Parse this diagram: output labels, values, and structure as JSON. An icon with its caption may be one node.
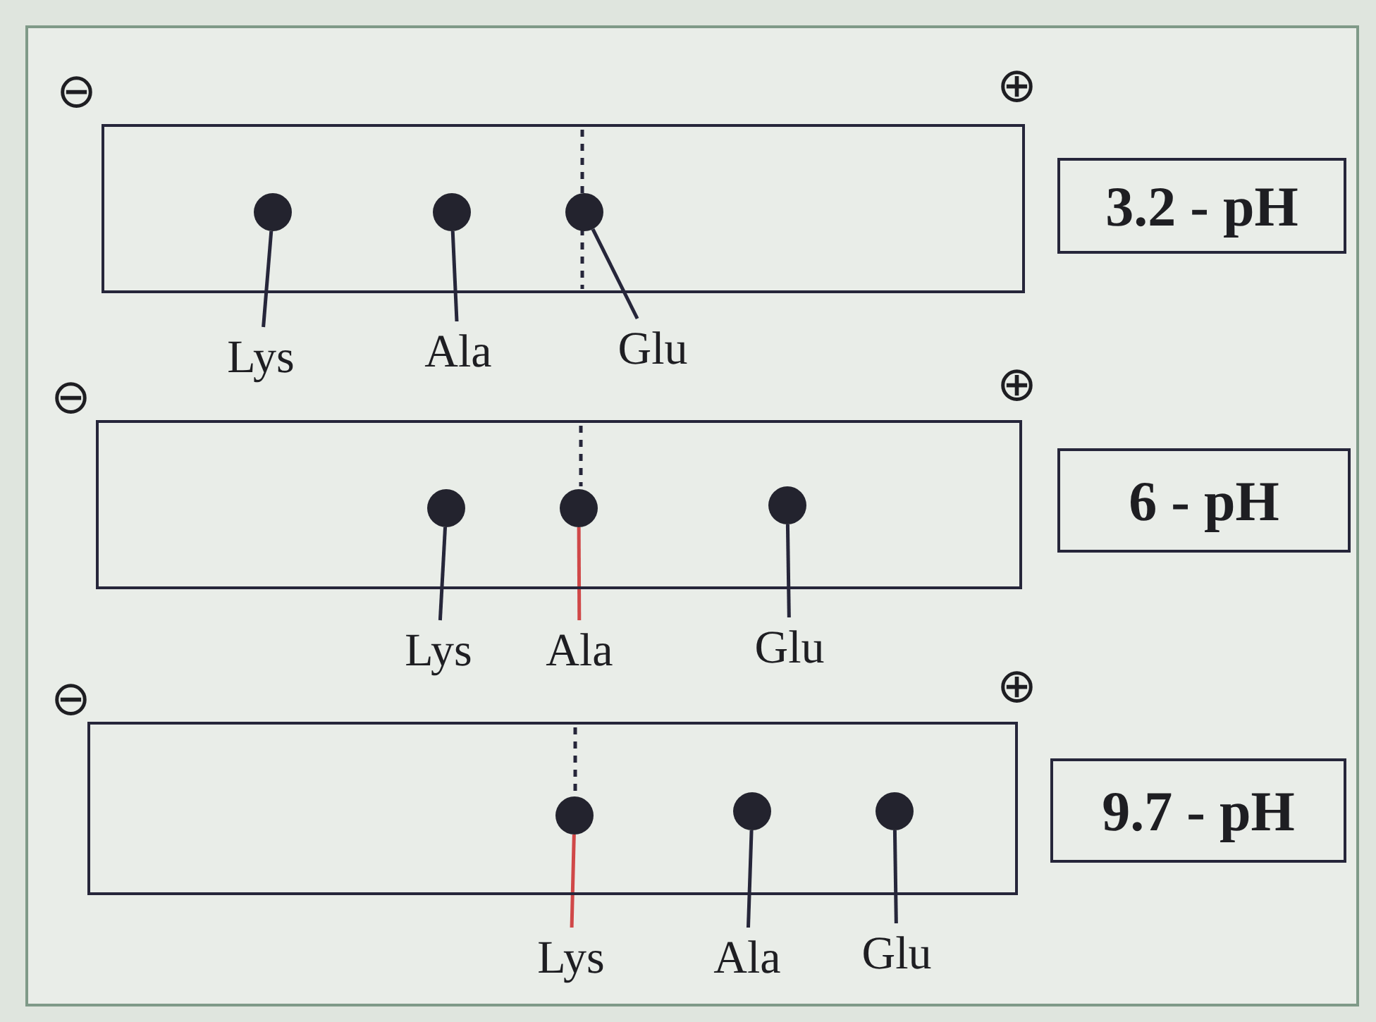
{
  "diagram": {
    "nodes": [
      {
        "text": [],
        "shape": "box"
      },
      {
        "text": [],
        "shape": "circle",
        "in": 0
      },
      {
        "text": [],
        "shape": "circle",
        "in": 0
      },
      {
        "text": [],
        "shape": "circle",
        "in": 0
      },
      {
        "text": [
          "Lys"
        ]
      },
      {
        "text": [
          "Ala"
        ]
      },
      {
        "text": [
          "Glu"
        ]
      },
      {
        "text": [
          "3.2 - pH"
        ]
      },
      {
        "text": [],
        "shape": "box"
      },
      {
        "text": [],
        "shape": "circle",
        "in": 8
      },
      {
        "text": [],
        "shape": "circle",
        "in": 8
      },
      {
        "text": [],
        "shape": "circle",
        "in": 8
      },
      {
        "text": [
          "Lys"
        ]
      },
      {
        "text": [
          "Ala"
        ]
      },
      {
        "text": [
          "Glu"
        ]
      },
      {
        "text": [
          "6 - pH"
        ]
      },
      {
        "text": [],
        "shape": "box"
      },
      {
        "text": [],
        "shape": "circle",
        "in": 16
      },
      {
        "text": [],
        "shape": "circle",
        "in": 16
      },
      {
        "text": [],
        "shape": "circle",
        "in": 16
      },
      {
        "text": [
          "Lys"
        ]
      },
      {
        "text": [
          "Ala"
        ]
      },
      {
        "text": [
          "Glu"
        ]
      },
      {
        "text": [
          "9.7 - pH"
        ]
      }
    ],
    "edges": [
      {
        "from": 4,
        "to": 1,
        "arrow": "none"
      },
      {
        "from": 5,
        "to": 2,
        "arrow": "none"
      },
      {
        "from": 6,
        "to": 3,
        "arrow": "none"
      },
      {
        "from": 12,
        "to": 9,
        "arrow": "none"
      },
      {
        "from": 13,
        "to": 10,
        "arrow": "none",
        "color": "#d04848"
      },
      {
        "from": 14,
        "to": 11,
        "arrow": "none"
      },
      {
        "from": 20,
        "to": 17,
        "arrow": "none",
        "color": "#d04848"
      },
      {
        "from": 21,
        "to": 18,
        "arrow": "none"
      },
      {
        "from": 22,
        "to": 19,
        "arrow": "none"
      }
    ],
    "labels": [
      "⊖",
      "⊕",
      "⊖",
      "⊕",
      "⊖",
      "⊕"
    ]
  }
}
